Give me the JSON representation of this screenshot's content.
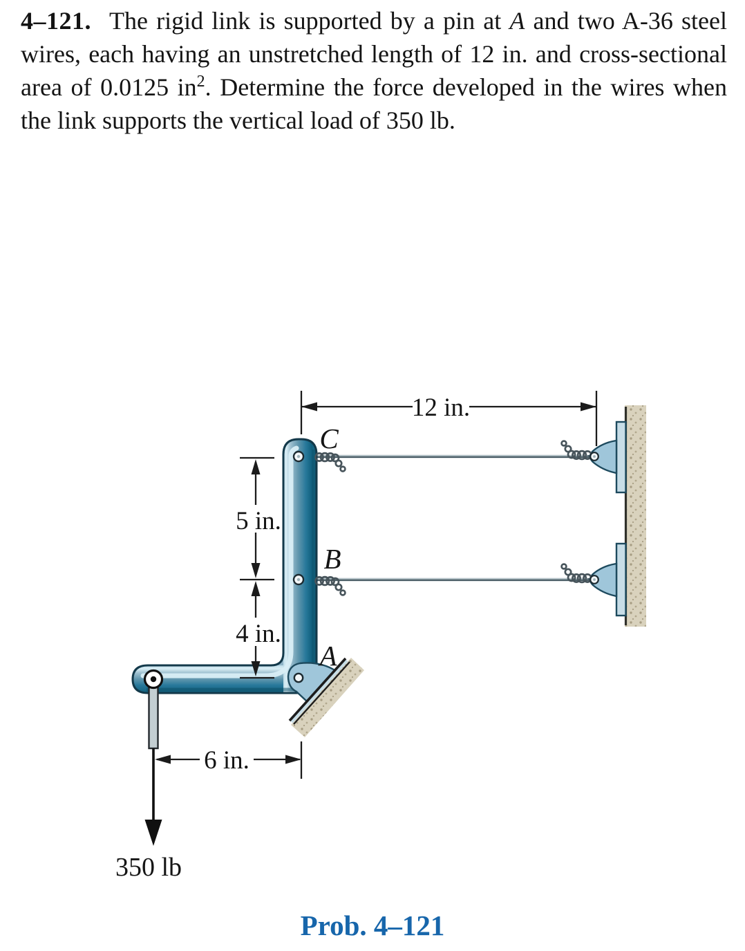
{
  "problem": {
    "number": "4–121.",
    "statement": {
      "part1": "The rigid link is supported by a pin at ",
      "point_ref": "A",
      "part2": " and two A-36 steel wires, each having an unstretched length of 12 in. and cross-sectional area of 0.0125 in",
      "area_exponent": "2",
      "part3": ". Determine the force developed in the wires when the link supports the vertical load of 350 lb."
    }
  },
  "figure": {
    "dimension_labels": {
      "top_span": "12 in.",
      "upper_left_span": "5 in.",
      "lower_left_span": "4 in.",
      "bottom_span": "6 in."
    },
    "point_labels": {
      "c": "C",
      "b": "B",
      "a": "A"
    },
    "load_label": "350 lb",
    "colors": {
      "link_teal": "#2a7d9c",
      "link_highlight": "#d9eef5",
      "bracket_blue": "#9fc6da",
      "wall_tan": "#d9d2bd",
      "wire_gray": "#4e6169",
      "dimension_black": "#1b1b1b",
      "caption_blue": "#1766ab"
    }
  },
  "caption": "Prob. 4–121"
}
